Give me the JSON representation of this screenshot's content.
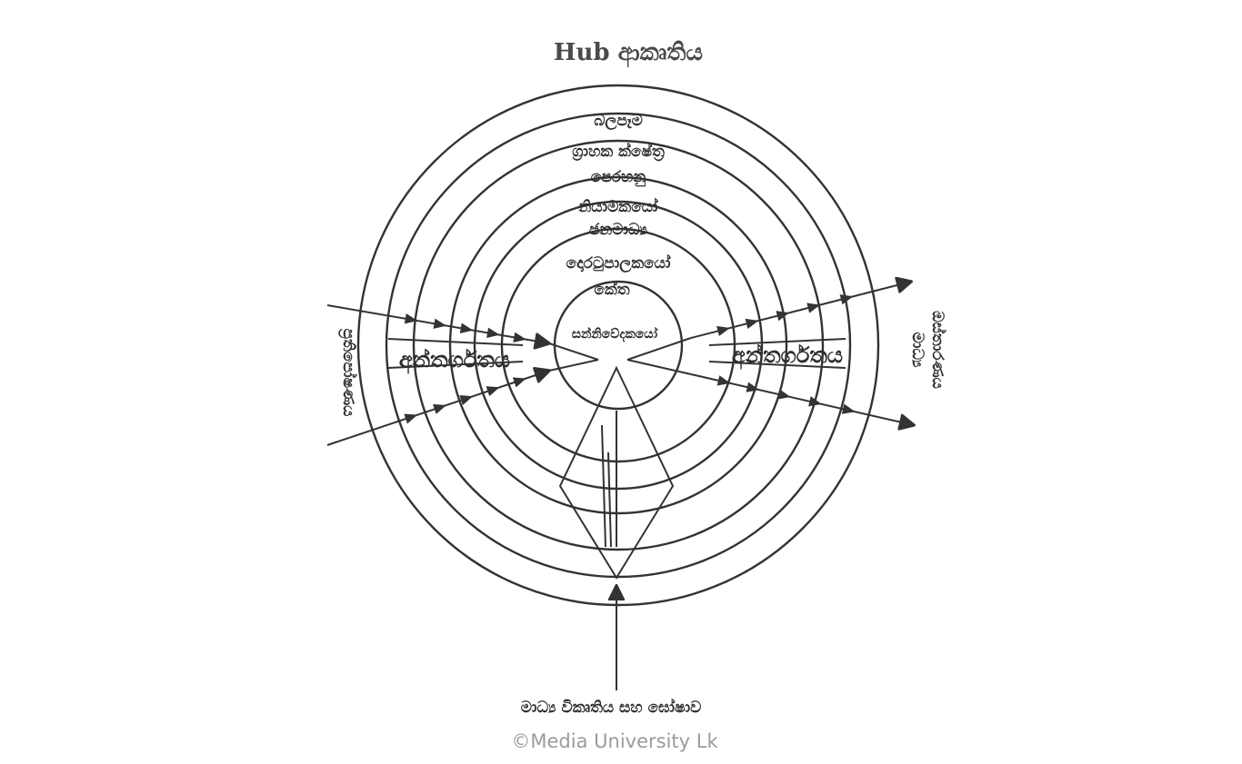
{
  "title": "Hub ආකෘතිය",
  "rings": [
    "බලපෑම",
    "ග්‍රාහක ක්ෂේත්‍ර",
    "පෙරහනු",
    "නියාමකයෝ",
    "ජනමාධ්‍ය",
    "දොරටුපාලකයෝ",
    "කේත"
  ],
  "center": "සන්නිවේදකයෝ",
  "left_inner": "අන්තර්ගතය",
  "right_inner": "අන්තර්ගතය",
  "left_outer": "ප්‍රතිපෝෂණය",
  "right_outer": [
    "මාධ්‍ය",
    "ඔස්තාරණය"
  ],
  "bottom": "මාධ්‍ය විකෘතිය සහ ඝෝෂාව",
  "watermark": "©Media University Lk"
}
